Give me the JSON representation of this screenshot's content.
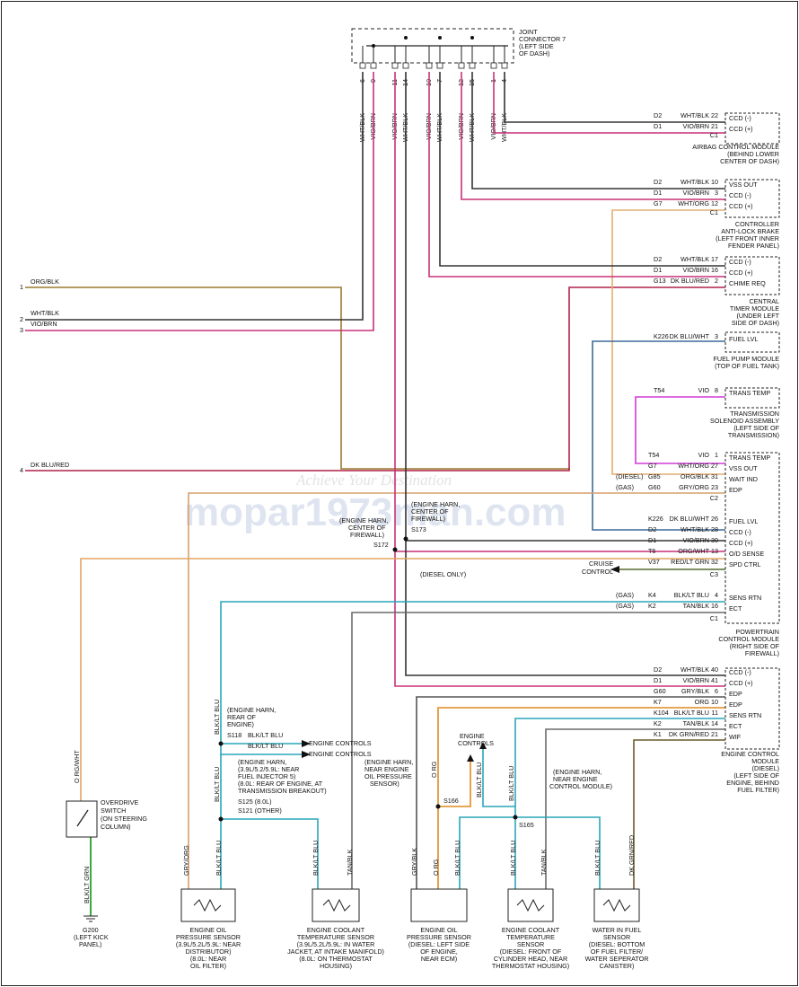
{
  "watermark": {
    "tagline": "Achieve Your Destination",
    "site": "mopar1973man.com"
  },
  "joint_connector": {
    "label": [
      "JOINT",
      "CONNECTOR 7",
      "(LEFT SIDE",
      "OF DASH)"
    ]
  },
  "jc_pins": [
    {
      "num": "6",
      "color": "WHT/BLK"
    },
    {
      "num": "9",
      "color": "VIO/BRN"
    },
    {
      "num": "11",
      "color": "VIO/BRN"
    },
    {
      "num": "14",
      "color": "WHT/BLK"
    },
    {
      "num": "10",
      "color": "VIO/BRN"
    },
    {
      "num": "7",
      "color": "WHT/BLK"
    },
    {
      "num": "12",
      "color": "VIO/BRN"
    },
    {
      "num": "15",
      "color": "WHT/BLK"
    },
    {
      "num": "1",
      "color": "VIO/BRN"
    },
    {
      "num": "4",
      "color": "WHT/BLK"
    }
  ],
  "left_wires": [
    {
      "num": "1",
      "color": "ORG/BLK"
    },
    {
      "num": "2",
      "color": "WHT/BLK"
    },
    {
      "num": "3",
      "color": "VIO/BRN"
    },
    {
      "num": "4",
      "color": "DK BLU/RED"
    }
  ],
  "modules": [
    {
      "rows": [
        {
          "circuit": "D2",
          "color": "WHT/BLK",
          "pin": "22",
          "func": "CCD (-)"
        },
        {
          "circuit": "D1",
          "color": "VIO/BRN",
          "pin": "21",
          "func": "CCD (+)"
        }
      ],
      "connector": "C1",
      "name": [
        "AIRBAG CONTROL MODULE",
        "(BEHIND LOWER",
        "CENTER OF DASH)"
      ]
    },
    {
      "rows": [
        {
          "circuit": "D2",
          "color": "WHT/BLK",
          "pin": "10",
          "func": "VSS OUT"
        },
        {
          "circuit": "D1",
          "color": "VIO/BRN",
          "pin": "3",
          "func": "CCD (-)"
        },
        {
          "circuit": "G7",
          "color": "WHT/ORG",
          "pin": "12",
          "func": "CCD (+)"
        }
      ],
      "connector": "C1",
      "name": [
        "CONTROLLER",
        "ANTI-LOCK BRAKE",
        "(LEFT FRONT INNER",
        "FENDER PANEL)"
      ]
    },
    {
      "rows": [
        {
          "circuit": "D2",
          "color": "WHT/BLK",
          "pin": "17",
          "func": "CCD (-)"
        },
        {
          "circuit": "D1",
          "color": "VIO/BRN",
          "pin": "16",
          "func": "CCD (+)"
        },
        {
          "circuit": "G13",
          "color": "DK BLU/RED",
          "pin": "2",
          "func": "CHIME REQ"
        }
      ],
      "connector": "",
      "name": [
        "CENTRAL",
        "TIMER MODULE",
        "(UNDER LEFT",
        "SIDE OF DASH)"
      ]
    },
    {
      "rows": [
        {
          "circuit": "K226",
          "color": "DK BLU/WHT",
          "pin": "3",
          "func": "FUEL LVL"
        }
      ],
      "connector": "",
      "name": [
        "FUEL PUMP MODULE",
        "(TOP OF FUEL TANK)"
      ]
    },
    {
      "rows": [
        {
          "circuit": "T54",
          "color": "VIO",
          "pin": "8",
          "func": "TRANS TEMP"
        }
      ],
      "connector": "",
      "name": [
        "TRANSMISSION",
        "SOLENOID ASSEMBLY",
        "(LEFT SIDE OF",
        "TRANSMISSION)"
      ]
    }
  ],
  "pcm": {
    "c2_rows": [
      {
        "note": "",
        "circuit": "T54",
        "color": "VIO",
        "pin": "1",
        "func": "TRANS TEMP"
      },
      {
        "note": "",
        "circuit": "G7",
        "color": "WHT/ORG",
        "pin": "27",
        "func": "VSS OUT"
      },
      {
        "note": "(DIESEL)",
        "circuit": "G85",
        "color": "ORG/BLK",
        "pin": "31",
        "func": "WAIT IND"
      },
      {
        "note": "(GAS)",
        "circuit": "G60",
        "color": "GRY/ORG",
        "pin": "23",
        "func": "EDP"
      }
    ],
    "c2": "C2",
    "c3_rows": [
      {
        "note": "",
        "circuit": "K226",
        "color": "DK BLU/WHT",
        "pin": "26",
        "func": "FUEL LVL"
      },
      {
        "note": "",
        "circuit": "D2",
        "color": "WHT/BLK",
        "pin": "28",
        "func": "CCD (-)"
      },
      {
        "note": "",
        "circuit": "D1",
        "color": "VIO/BRN",
        "pin": "30",
        "func": "CCD (+)"
      },
      {
        "note": "",
        "circuit": "T6",
        "color": "ORG/WHT",
        "pin": "13",
        "func": "O/D SENSE"
      },
      {
        "note": "",
        "circuit": "V37",
        "color": "RED/LT GRN",
        "pin": "32",
        "func": "SPD CTRL"
      }
    ],
    "c3": "C3",
    "c1_rows": [
      {
        "note": "(GAS)",
        "circuit": "K4",
        "color": "BLK/LT BLU",
        "pin": "4",
        "func": "SENS RTN"
      },
      {
        "note": "(GAS)",
        "circuit": "K2",
        "color": "TAN/BLK",
        "pin": "16",
        "func": "ECT"
      }
    ],
    "c1": "C1",
    "name": [
      "POWERTRAIN",
      "CONTROL MODULE",
      "(RIGHT SIDE OF",
      "FIREWALL)"
    ],
    "cruise": [
      "CRUISE",
      "CONTROL"
    ]
  },
  "ecm": {
    "rows": [
      {
        "circuit": "D2",
        "color": "WHT/BLK",
        "pin": "40",
        "func": "CCD (-)"
      },
      {
        "circuit": "D1",
        "color": "VIO/BRN",
        "pin": "41",
        "func": "CCD (+)"
      },
      {
        "circuit": "G60",
        "color": "GRY/BLK",
        "pin": "6",
        "func": "EDP"
      },
      {
        "circuit": "K7",
        "color": "ORG",
        "pin": "10",
        "func": "EDP"
      },
      {
        "circuit": "K104",
        "color": "BLK/LT BLU",
        "pin": "11",
        "func": "SENS RTN"
      },
      {
        "circuit": "K2",
        "color": "TAN/BLK",
        "pin": "14",
        "func": "ECT"
      },
      {
        "circuit": "K1",
        "color": "DK GRN/RED",
        "pin": "21",
        "func": "WIF"
      }
    ],
    "name": [
      "ENGINE CONTROL",
      "MODULE",
      "(DIESEL)",
      "(LEFT SIDE OF",
      "ENGINE, BEHIND",
      "FUEL FILTER)"
    ]
  },
  "splices": {
    "s172": [
      "(ENGINE HARN,",
      "CENTER OF",
      "FIREWALL)",
      "S172"
    ],
    "s173": [
      "(ENGINE HARN,",
      "CENTER OF",
      "FIREWALL)",
      "S173"
    ],
    "diesel_only": "(DIESEL ONLY)",
    "s118": [
      "(ENGINE HARN,",
      "REAR OF",
      "ENGINE)",
      "S118"
    ],
    "s125": [
      "(ENGINE HARN,",
      "(3.9L/5.2/5.9L: NEAR",
      "FUEL INJECTOR 5)",
      "(8.0L: REAR OF ENGINE, AT",
      "TRANSMISSION BREAKOUT)",
      "S125   (8.0L)",
      "S121   (OTHER)"
    ],
    "s166": [
      "(ENGINE HARN,",
      "NEAR ENGINE",
      "OIL PRESSURE",
      "SENSOR)",
      "S166"
    ],
    "s165": [
      "(ENGINE HARN,",
      "NEAR ENGINE",
      "CONTROL MODULE)",
      "S165"
    ],
    "engine_controls": "ENGINE CONTROLS",
    "engine_controls2": [
      "ENGINE",
      "CONTROLS"
    ],
    "blk_lt_blu": "BLK/LT BLU",
    "org": "O RG",
    "org_wht": "O RG/WHT"
  },
  "od_switch": [
    "OVERDRIVE",
    "SWITCH",
    "(ON STEERING",
    "COLUMN)"
  ],
  "ground": {
    "color": "BLK/LT GRN",
    "name": [
      "G200",
      "(LEFT KICK",
      "PANEL)"
    ]
  },
  "sensors": [
    {
      "name": [
        "ENGINE OIL",
        "PRESSURE SENSOR",
        "(3.9L/5.2L/5.9L: NEAR",
        "DISTRIBUTOR)",
        "(8.0L: NEAR",
        "OIL FILTER)"
      ],
      "wires": [
        "GRY/ORG",
        "BLK/LT BLU"
      ]
    },
    {
      "name": [
        "ENGINE COOLANT",
        "TEMPERATURE SENSOR",
        "(3.9L/5.2L/5.9L: IN WATER",
        "JACKET, AT INTAKE MANIFOLD)",
        "(8.0L: ON THERMOSTAT",
        "HOUSING)"
      ],
      "wires": [
        "BLK/LT BLU",
        "TAN/BLK"
      ]
    },
    {
      "name": [
        "ENGINE OIL",
        "PRESSURE SENSOR",
        "(DIESEL: LEFT SIDE",
        "OF ENGINE,",
        "NEAR ECM)"
      ],
      "wires": [
        "GRY/BLK",
        "O RG",
        "BLK/LT BLU"
      ]
    },
    {
      "name": [
        "ENGINE COOLANT",
        "TEMPERATURE",
        "SENSOR",
        "(DIESEL: FRONT OF",
        "CYLINDER HEAD, NEAR",
        "THERMOSTAT HOUSING)"
      ],
      "wires": [
        "BLK/LT BLU",
        "TAN/BLK"
      ]
    },
    {
      "name": [
        "WATER IN FUEL",
        "SENSOR",
        "(DIESEL: BOTTOM",
        "OF FUEL FILTER/",
        "WATER SEPERATOR",
        "CANISTER)"
      ],
      "wires": [
        "BLK/LT BLU",
        "DK GRN/RED"
      ]
    }
  ],
  "colors": {
    "wht_blk": "#333333",
    "vio_brn": "#c8317a",
    "org_blk": "#9a7a30",
    "dk_blu_red": "#b0214a",
    "dk_blu_wht": "#3d6a9a",
    "vio": "#d23bd8",
    "wht_org": "#e3ad70",
    "org": "#e08a20",
    "gry_org": "#d6a070",
    "gry_blk": "#555555",
    "blk_lt_blu": "#2aa6b8",
    "tan_blk": "#6a6a6a",
    "dk_grn_red": "#6a5a2a",
    "red_lt_grn": "#556b2f",
    "org_wht": "#e3a460",
    "blk_lt_grn": "#3aa83a"
  }
}
